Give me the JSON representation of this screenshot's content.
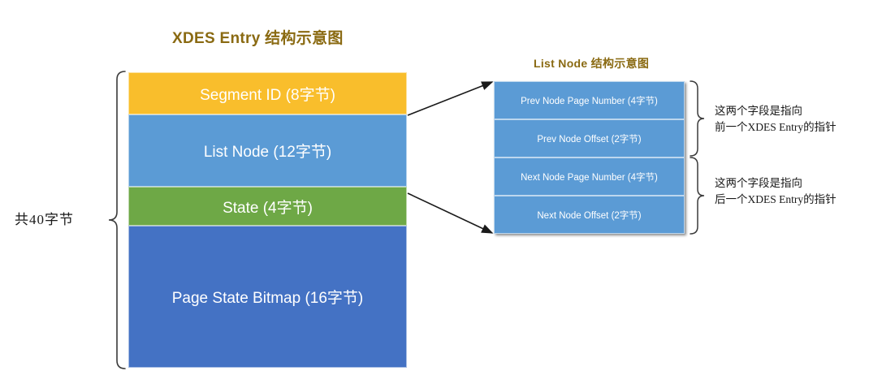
{
  "titles": {
    "main": "XDES Entry 结构示意图",
    "list_node": "List Node 结构示意图",
    "title_color": "#8a6a12"
  },
  "total_label": "共40字节",
  "xdes_entry": {
    "fields": [
      {
        "label": "Segment ID (8字节)",
        "color": "#f9be2c",
        "bytes": 8
      },
      {
        "label": "List Node (12字节)",
        "color": "#5b9bd5",
        "bytes": 12
      },
      {
        "label": "State (4字节)",
        "color": "#6ea846",
        "bytes": 4
      },
      {
        "label": "Page State Bitmap (16字节)",
        "color": "#4472c4",
        "bytes": 16
      }
    ]
  },
  "list_node": {
    "fields": [
      {
        "label": "Prev Node Page Number (4字节)",
        "bytes": 4
      },
      {
        "label": "Prev Node Offset (2字节)",
        "bytes": 2
      },
      {
        "label": "Next Node Page Number (4字节)",
        "bytes": 4
      },
      {
        "label": "Next Node Offset (2字节)",
        "bytes": 2
      }
    ],
    "color": "#5b9bd5"
  },
  "notes": {
    "prev": {
      "line1": "这两个字段是指向",
      "line2": "前一个XDES Entry的指针"
    },
    "next": {
      "line1": "这两个字段是指向",
      "line2": "后一个XDES Entry的指针"
    }
  }
}
